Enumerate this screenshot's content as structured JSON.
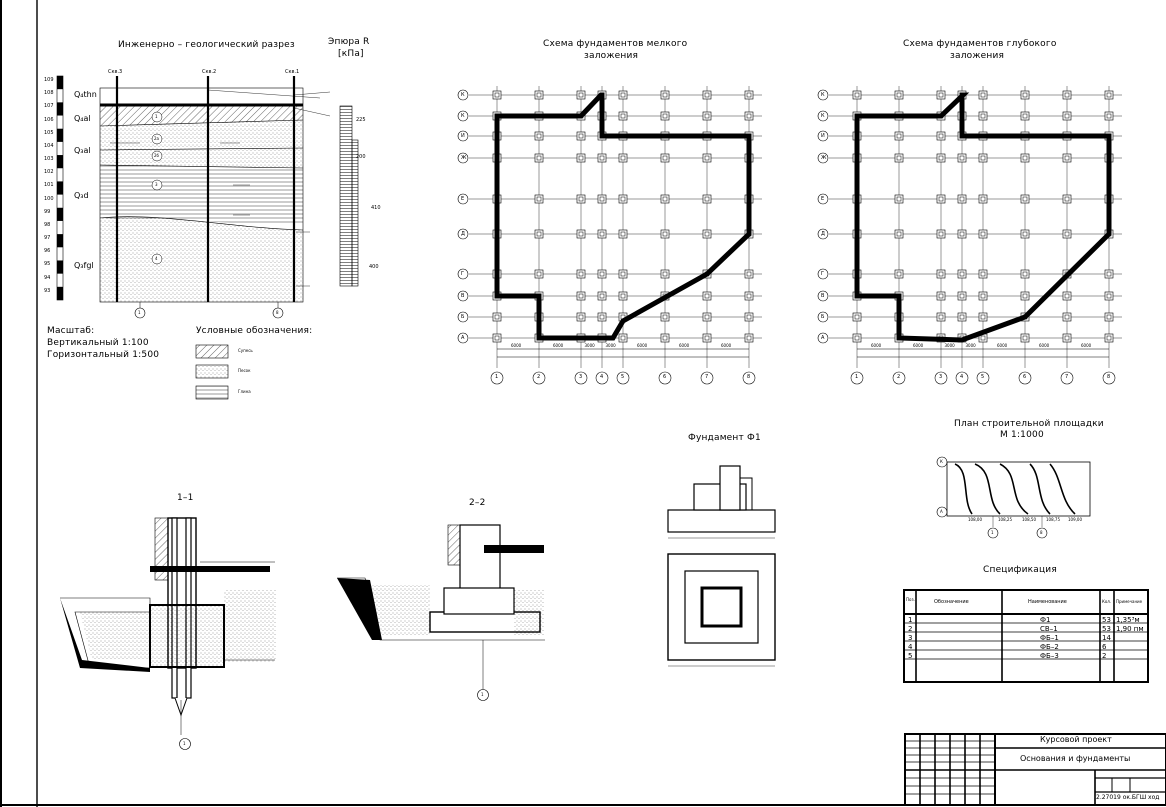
{
  "geo_section": {
    "title": "Инженерно – геологический разрез",
    "elevations": [
      "109",
      "108",
      "107",
      "106",
      "105",
      "104",
      "103",
      "102",
      "101",
      "100",
      "99",
      "98",
      "97",
      "96",
      "95",
      "94",
      "93"
    ],
    "boreholes": [
      "Скв.3",
      "Скв.2",
      "Скв.1"
    ],
    "layers": [
      "Q₄thn",
      "Q₄al",
      "Q₃al",
      "Q₃d",
      "Q₃fgl"
    ],
    "layer_numbers": [
      "1",
      "2а",
      "2б",
      "3",
      "4"
    ],
    "axes": [
      "1",
      "8"
    ]
  },
  "epure": {
    "title": "Эпюра R",
    "unit": "[кПа]",
    "values": [
      "225",
      "200",
      "410",
      "400"
    ]
  },
  "scale": {
    "label": "Масштаб:",
    "vertical": "Вертикальный    1:100",
    "horizontal": "Горизонтальный 1:500"
  },
  "legend": {
    "title": "Условные обозначения:",
    "items": [
      "Супесь",
      "Песок",
      "Глина"
    ]
  },
  "plan_shallow": {
    "title_line1": "Схема фундаментов мелкого",
    "title_line2": "заложения"
  },
  "plan_deep": {
    "title_line1": "Схема фундаментов глубокого",
    "title_line2": "заложения"
  },
  "row_axes": [
    "К",
    "К",
    "И",
    "Ж",
    "Е",
    "Д",
    "Г",
    "В",
    "Б",
    "А"
  ],
  "col_axes": [
    "1",
    "2",
    "3",
    "4",
    "5",
    "6",
    "7",
    "8"
  ],
  "dims": [
    "6000",
    "6000",
    "3000",
    "3000",
    "6000",
    "6000",
    "6000"
  ],
  "foundation_f1": {
    "title": "Фундамент Ф1"
  },
  "site_plan": {
    "title": "План строительной площадки",
    "scale": "М 1:1000",
    "axes": [
      "К",
      "А",
      "1",
      "8"
    ],
    "contours": [
      "108,00",
      "108,25",
      "108,50",
      "108,75",
      "109,00"
    ]
  },
  "section_11": {
    "title": "1–1",
    "axis": "1"
  },
  "section_22": {
    "title": "2–2",
    "axis": "1"
  },
  "spec": {
    "title": "Спецификация",
    "headers": [
      "Поз.",
      "Обозначение",
      "Наименование",
      "Кол.",
      "Примечание"
    ],
    "rows": [
      {
        "pos": "1",
        "name": "Ф1",
        "qty": "53",
        "note": "1,35³м"
      },
      {
        "pos": "2",
        "name": "СВ–1",
        "qty": "53",
        "note": "1,90 пм"
      },
      {
        "pos": "3",
        "name": "ФБ–1",
        "qty": "14",
        "note": ""
      },
      {
        "pos": "4",
        "name": "ФБ–2",
        "qty": "6",
        "note": ""
      },
      {
        "pos": "5",
        "name": "ФБ–3",
        "qty": "2",
        "note": ""
      }
    ]
  },
  "title_block": {
    "project": "Курсовой проект",
    "subject": "Основания и фундаменты",
    "code": "2.27019 ок.БГШ ход"
  }
}
